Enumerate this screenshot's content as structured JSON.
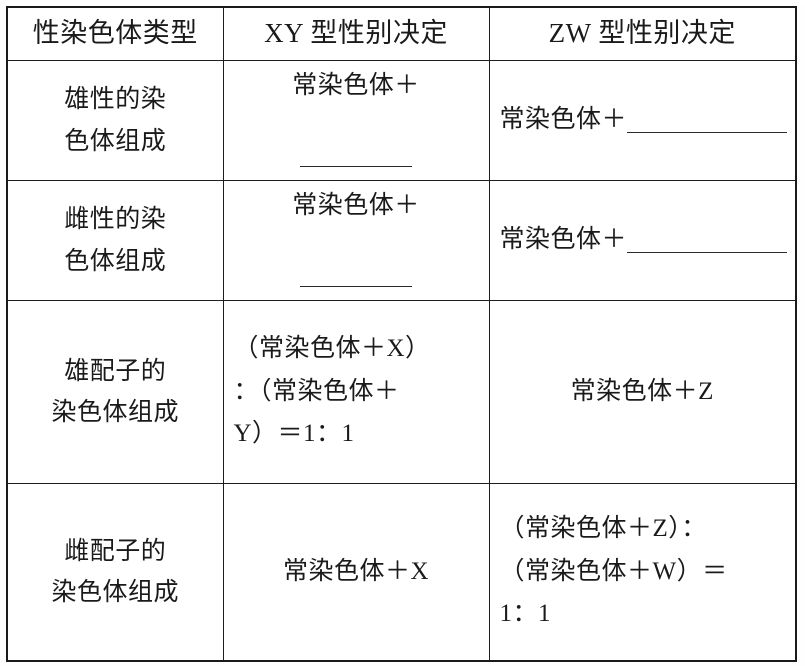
{
  "table": {
    "headers": [
      "性染色体类型",
      "XY 型性别决定",
      "ZW 型性别决定"
    ],
    "rows": [
      {
        "label_line1": "雄性的染",
        "label_line2": "色体组成",
        "xy_line1": "常染色体＋",
        "xy_line2_blank": "",
        "zw_prefix": "常染色体＋",
        "zw_blank": ""
      },
      {
        "label_line1": "雌性的染",
        "label_line2": "色体组成",
        "xy_line1": "常染色体＋",
        "xy_line2_blank": "",
        "zw_prefix": "常染色体＋",
        "zw_blank": ""
      },
      {
        "label_line1": "雄配子的",
        "label_line2": "染色体组成",
        "xy_line1": "（常染色体＋X）",
        "xy_line2": "：（常染色体＋",
        "xy_line3": "Y）＝1：1",
        "zw_line1": "常染色体＋Z"
      },
      {
        "label_line1": "雌配子的",
        "label_line2": "染色体组成",
        "xy_line1": "常染色体＋X",
        "zw_line1": "（常染色体＋Z）：",
        "zw_line2": "（常染色体＋W）＝",
        "zw_line3": "1：1"
      }
    ]
  },
  "colors": {
    "border": "#1a1a1a",
    "text": "#1a1a1a",
    "background": "#ffffff"
  }
}
